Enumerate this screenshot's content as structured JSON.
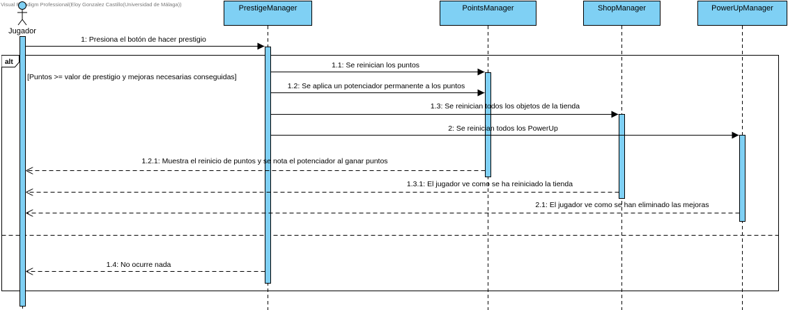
{
  "watermark": "Visual Paradigm Professional(Eloy Gonzalez Castillo(Universidad de Málaga))",
  "actor": {
    "name": "Jugador"
  },
  "participants": [
    {
      "name": "PrestigeManager"
    },
    {
      "name": "PointsManager"
    },
    {
      "name": "ShopManager"
    },
    {
      "name": "PowerUpManager"
    }
  ],
  "fragment": {
    "operator": "alt",
    "guard": "[Puntos >= valor de prestigio y mejoras necesarias conseguidas]"
  },
  "messages": [
    {
      "label": "1: Presiona el botón de hacer prestigio",
      "type": "sync"
    },
    {
      "label": "1.1: Se reinician los puntos",
      "type": "sync"
    },
    {
      "label": "1.2: Se aplica un potenciador permanente a los puntos",
      "type": "sync"
    },
    {
      "label": "1.3: Se reinician todos los objetos de la tienda",
      "type": "sync"
    },
    {
      "label": "2: Se reinician todos los PowerUp",
      "type": "sync"
    },
    {
      "label": "1.2.1: Muestra el reinicio de puntos y se nota el potenciador al ganar puntos",
      "type": "return"
    },
    {
      "label": "1.3.1: El jugador ve como se ha reiniciado la tienda",
      "type": "return"
    },
    {
      "label": "2.1: El jugador ve como se han eliminado las mejoras",
      "type": "return"
    },
    {
      "label": "1.4: No ocurre nada",
      "type": "return"
    }
  ],
  "colors": {
    "header_fill": "#7fd0f4",
    "activation_fill": "#7fd0f4",
    "stroke": "#000000"
  }
}
